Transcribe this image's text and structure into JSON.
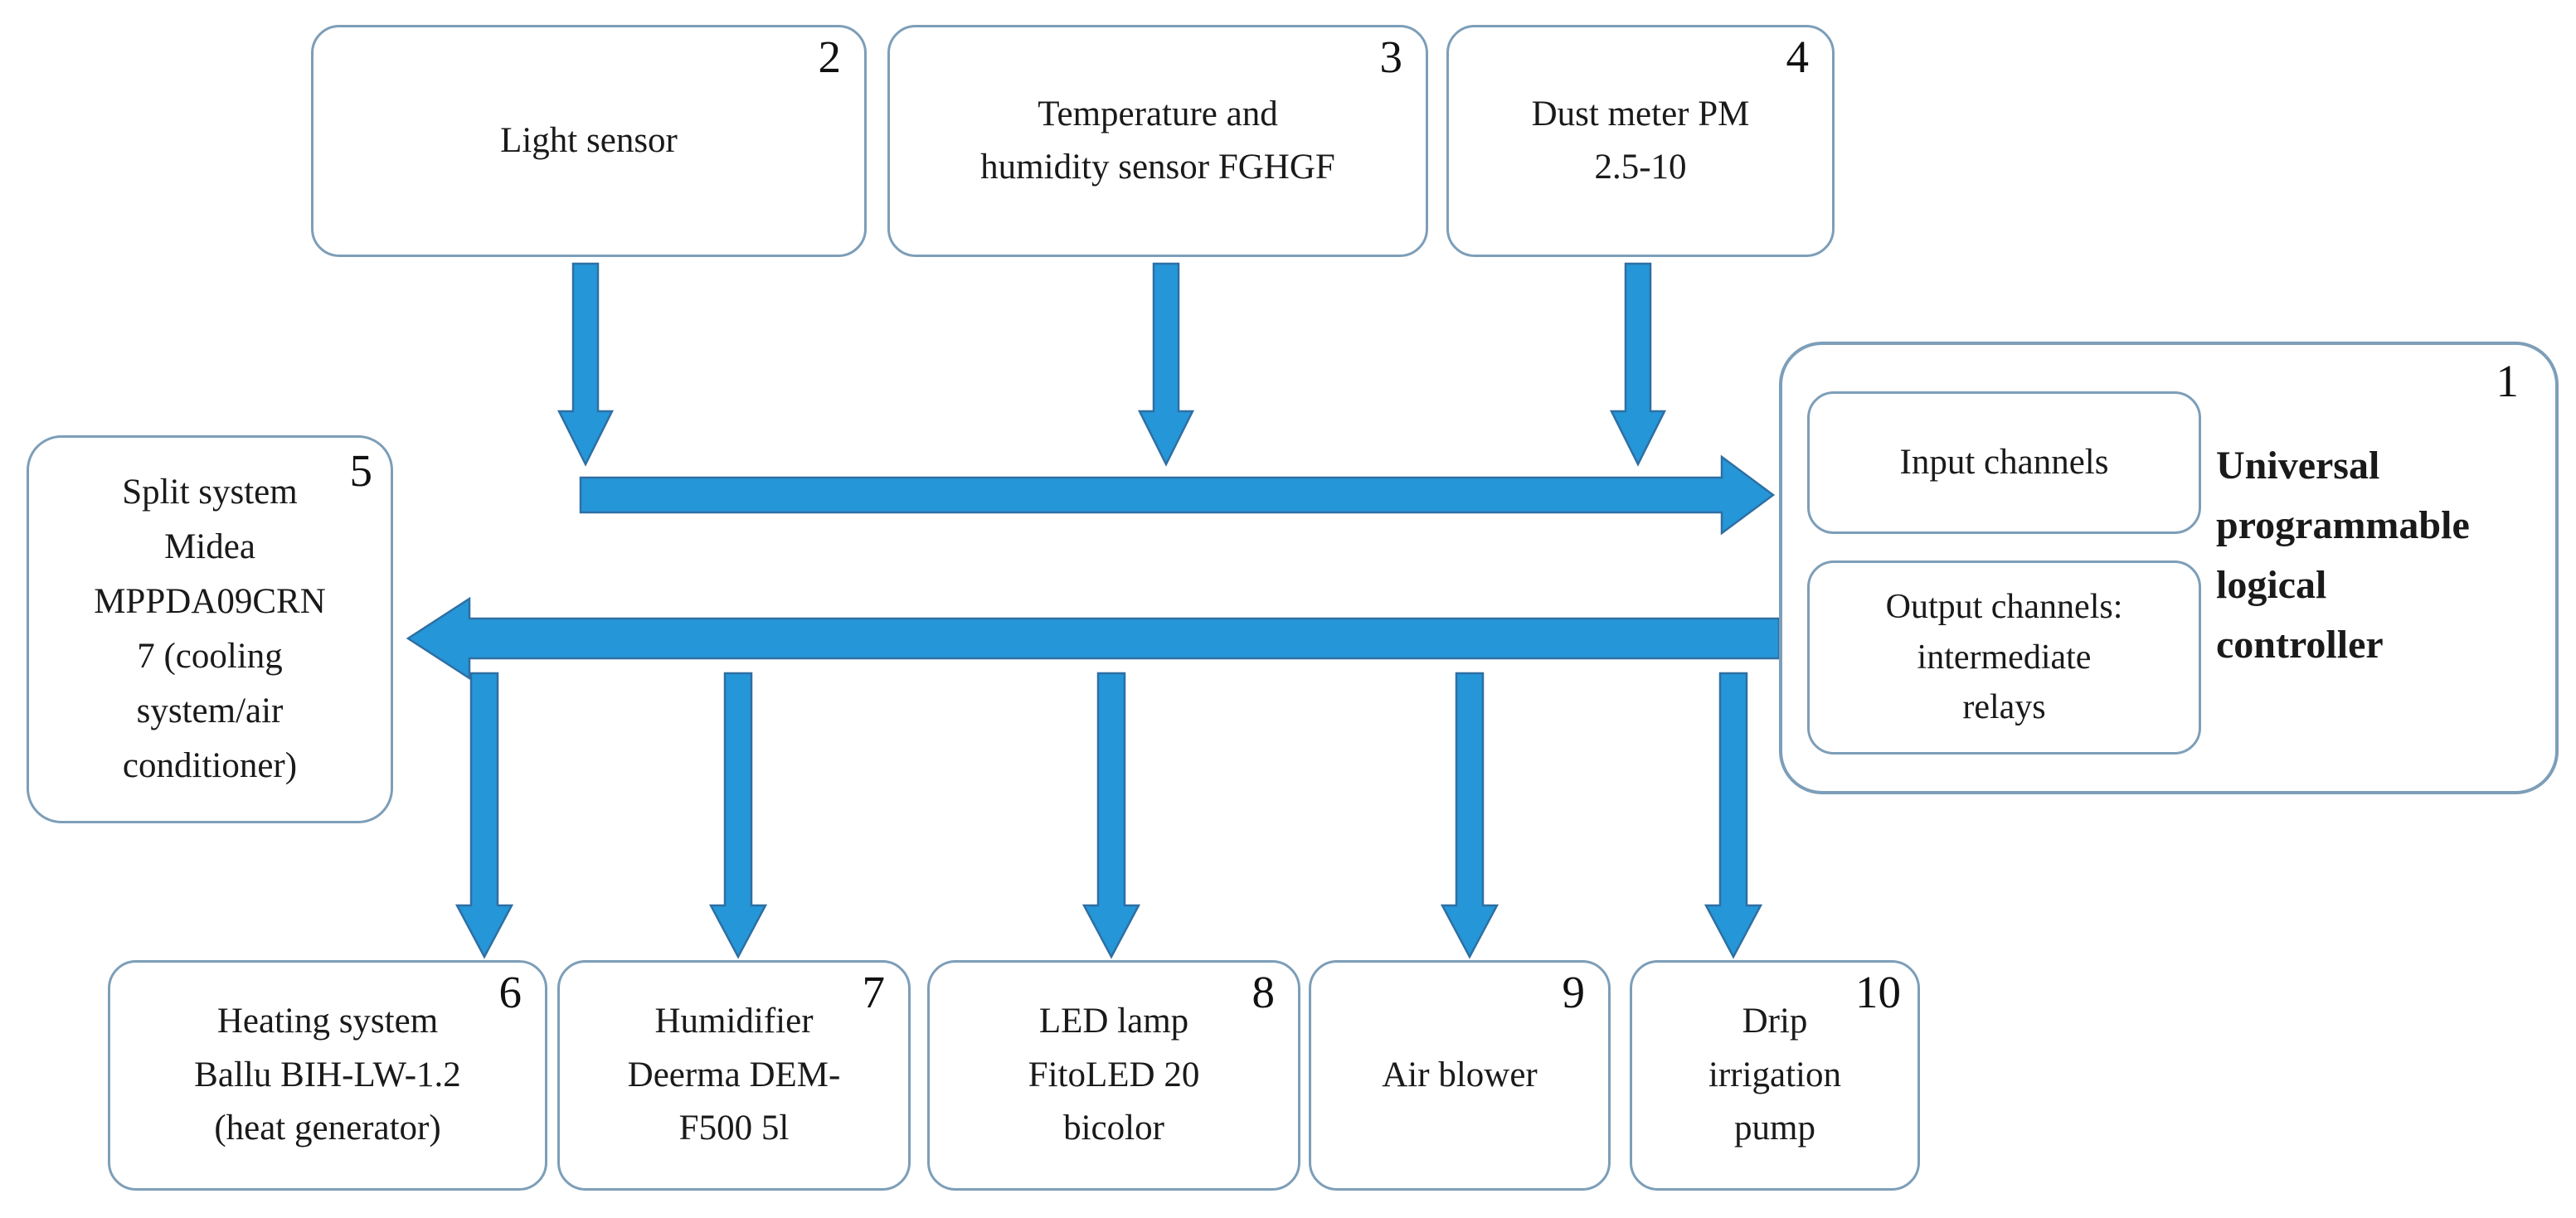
{
  "diagram": {
    "colors": {
      "arrow_fill": "#2596d8",
      "arrow_stroke": "#2e6fa3",
      "box_border": "#7d9eb8",
      "text": "#1a1a1a"
    },
    "nodes": {
      "controller": {
        "number": "1",
        "title_lines": [
          "Universal",
          "programmable",
          "logical",
          "controller"
        ],
        "input_label": "Input channels",
        "output_label_lines": [
          "Output channels:",
          "intermediate",
          "relays"
        ]
      },
      "light_sensor": {
        "number": "2",
        "label_lines": [
          "Light sensor"
        ]
      },
      "temp_humidity_sensor": {
        "number": "3",
        "label_lines": [
          "Temperature and",
          "humidity sensor FGHGF"
        ]
      },
      "dust_meter": {
        "number": "4",
        "label_lines": [
          "Dust meter PM",
          "2.5-10"
        ]
      },
      "split_system": {
        "number": "5",
        "label_lines": [
          "Split system",
          "Midea",
          "MPPDA09CRN",
          "7 (cooling",
          "system/air",
          "conditioner)"
        ]
      },
      "heating_system": {
        "number": "6",
        "label_lines": [
          "Heating system",
          "Ballu BIH-LW-1.2",
          "(heat generator)"
        ]
      },
      "humidifier": {
        "number": "7",
        "label_lines": [
          "Humidifier",
          "Deerma DEM-",
          "F500 5l"
        ]
      },
      "led_lamp": {
        "number": "8",
        "label_lines": [
          "LED lamp",
          "FitoLED 20",
          "bicolor"
        ]
      },
      "air_blower": {
        "number": "9",
        "label_lines": [
          "Air blower"
        ]
      },
      "drip_pump": {
        "number": "10",
        "label_lines": [
          "Drip",
          "irrigation",
          "pump"
        ]
      }
    },
    "connections": [
      {
        "from": "2",
        "to": "1",
        "via": "input-bus"
      },
      {
        "from": "3",
        "to": "1",
        "via": "input-bus"
      },
      {
        "from": "4",
        "to": "1",
        "via": "input-bus"
      },
      {
        "from": "1",
        "to": "5",
        "via": "output-bus"
      },
      {
        "from": "1",
        "to": "6",
        "via": "output-bus"
      },
      {
        "from": "1",
        "to": "7",
        "via": "output-bus"
      },
      {
        "from": "1",
        "to": "8",
        "via": "output-bus"
      },
      {
        "from": "1",
        "to": "9",
        "via": "output-bus"
      },
      {
        "from": "1",
        "to": "10",
        "via": "output-bus"
      }
    ]
  }
}
